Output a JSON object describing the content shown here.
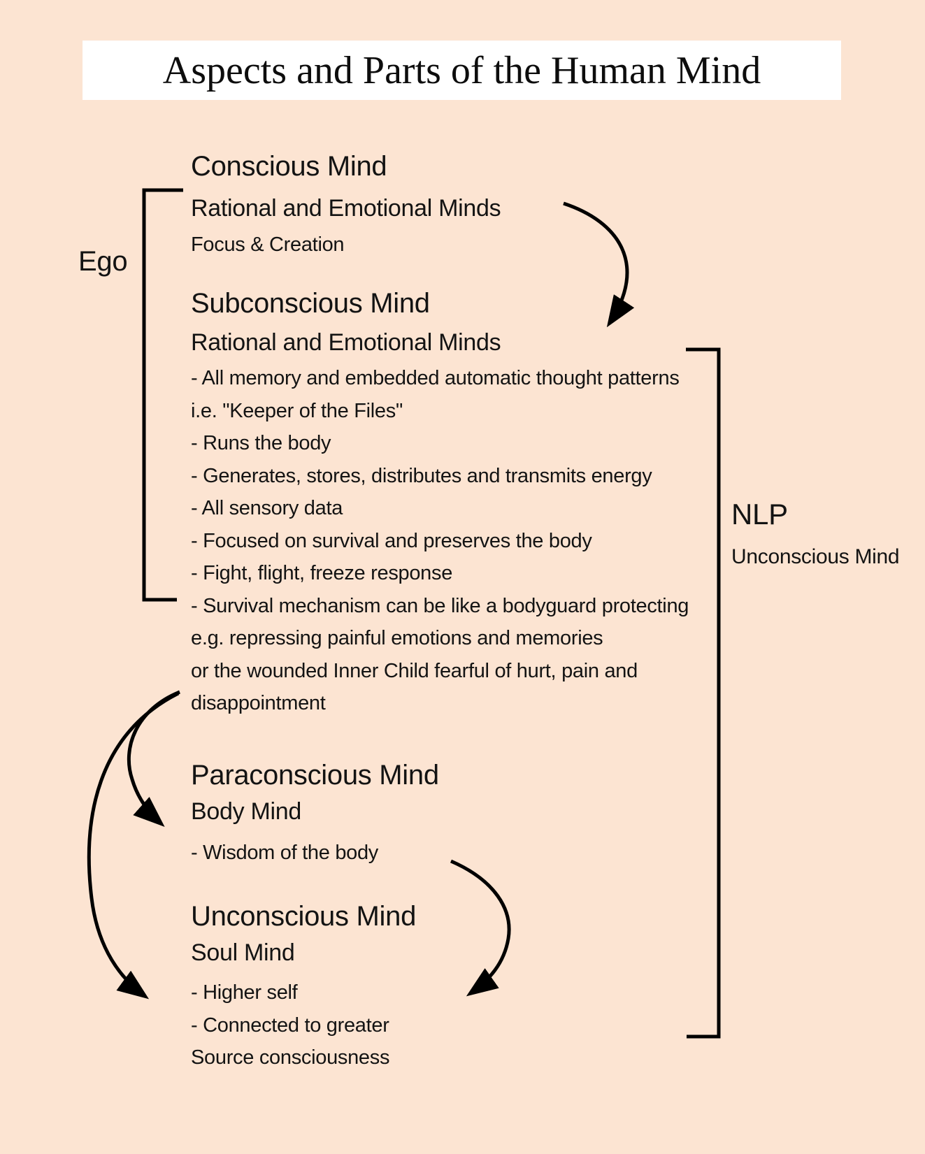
{
  "page": {
    "background_color": "#fce4d2",
    "text_color": "#131313",
    "line_color": "#000000"
  },
  "title": {
    "text": "Aspects and Parts of the Human Mind",
    "background_color": "#ffffff"
  },
  "side_labels": {
    "ego": "Ego",
    "nlp": "NLP",
    "nlp_sub": "Unconscious Mind"
  },
  "sections": {
    "conscious": {
      "heading": "Conscious Mind",
      "subheading": "Rational and Emotional Minds",
      "note": "Focus & Creation"
    },
    "subconscious": {
      "heading": "Subconscious Mind",
      "subheading": "Rational and Emotional Minds",
      "lines": [
        "- All memory and embedded automatic thought patterns",
        "i.e. \"Keeper of the Files\"",
        "- Runs the body",
        "- Generates, stores, distributes and transmits energy",
        "- All sensory data",
        "- Focused on survival and preserves the body",
        "- Fight, flight, freeze response",
        "- Survival mechanism can be like a bodyguard protecting",
        "e.g. repressing painful emotions and memories",
        "or the wounded Inner Child fearful of hurt, pain and",
        "disappointment"
      ]
    },
    "paraconscious": {
      "heading": "Paraconscious Mind",
      "subheading": "Body Mind",
      "lines": [
        "- Wisdom of the body"
      ]
    },
    "unconscious": {
      "heading": "Unconscious Mind",
      "subheading": "Soul Mind",
      "lines": [
        "- Higher self",
        "- Connected to greater",
        "Source consciousness"
      ]
    }
  }
}
